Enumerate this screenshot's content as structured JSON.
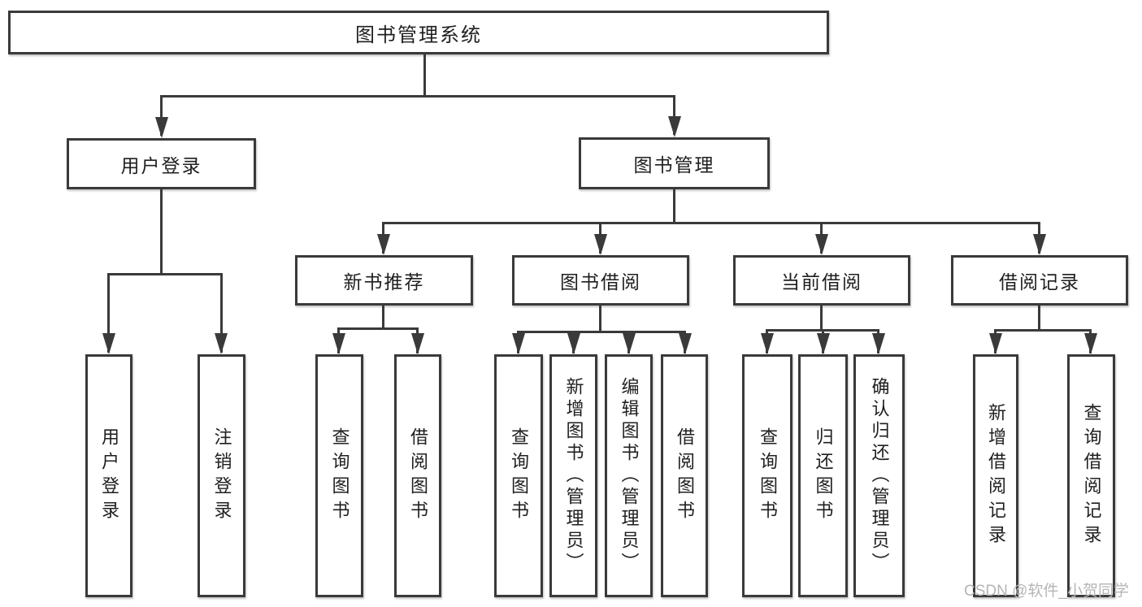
{
  "page": {
    "background": "#ffffff"
  },
  "colors": {
    "line": "#3a3a3a",
    "text": "#1f1f1f",
    "box_background": "#ffffff",
    "watermark": "#b5b5b5"
  },
  "watermark": {
    "text": "CSDN @软件_小贺同学"
  },
  "root": {
    "label": "图书管理系统"
  },
  "level1": [
    {
      "label": "用户登录"
    },
    {
      "label": "图书管理"
    }
  ],
  "level2": [
    {
      "label": "新书推荐",
      "parent": "图书管理"
    },
    {
      "label": "图书借阅",
      "parent": "图书管理"
    },
    {
      "label": "当前借阅",
      "parent": "图书管理"
    },
    {
      "label": "借阅记录",
      "parent": "图书管理"
    }
  ],
  "leaves": [
    {
      "label": "用户登录",
      "parent": "用户登录"
    },
    {
      "label": "注销登录",
      "parent": "用户登录"
    },
    {
      "label": "查询图书",
      "parent": "新书推荐"
    },
    {
      "label": "借阅图书",
      "parent": "新书推荐"
    },
    {
      "label": "查询图书",
      "parent": "图书借阅"
    },
    {
      "label": "新增图书（管理员）",
      "parent": "图书借阅"
    },
    {
      "label": "编辑图书（管理员）",
      "parent": "图书借阅"
    },
    {
      "label": "借阅图书",
      "parent": "图书借阅"
    },
    {
      "label": "查询图书",
      "parent": "当前借阅"
    },
    {
      "label": "归还图书",
      "parent": "当前借阅"
    },
    {
      "label": "确认归还（管理员）",
      "parent": "当前借阅"
    },
    {
      "label": "新增借阅记录",
      "parent": "借阅记录"
    },
    {
      "label": "查询借阅记录",
      "parent": "借阅记录"
    }
  ]
}
